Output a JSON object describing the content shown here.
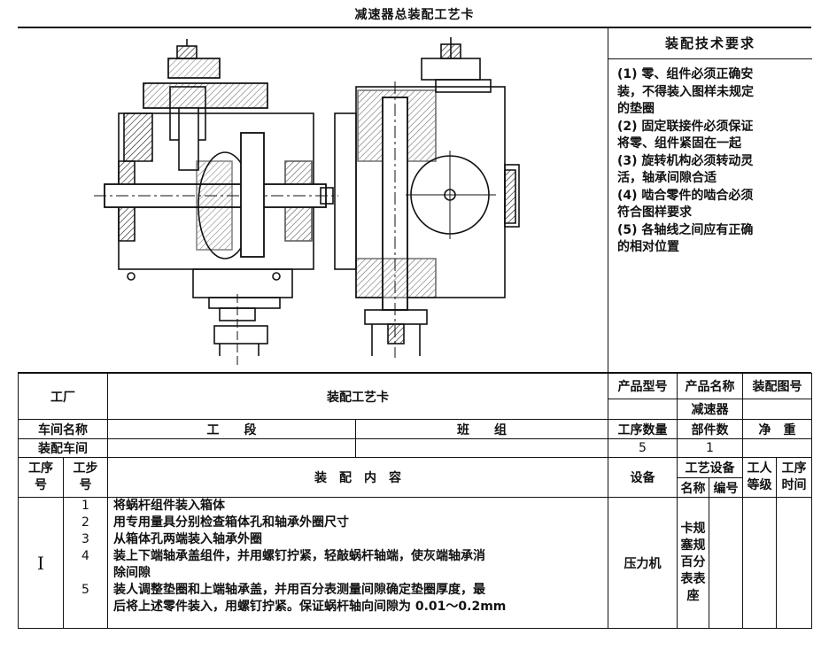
{
  "title": "减速器总装配工艺卡",
  "requirements": {
    "heading": "装配技术要求",
    "lines": [
      "(1) 零、组件必须正确安",
      "装，不得装入图样未规定",
      "的垫圈",
      "(2) 固定联接件必须保证",
      "将零、组件紧固在一起",
      "(3) 旋转机构必须转动灵",
      "活，轴承间隙合适",
      "(4) 啮合零件的啮合必须",
      "符合图样要求",
      "(5) 各轴线之间应有正确",
      "的相对位置"
    ]
  },
  "card": {
    "factory_label": "工厂",
    "card_title": "装配工艺卡",
    "product_model_label": "产品型号",
    "product_name_label": "产品名称",
    "assembly_drawing_label": "装配图号",
    "product_name_value": "减速器",
    "workshop_name_label": "车间名称",
    "section_label": "工　　段",
    "team_label": "班　　组",
    "process_count_label": "工序数量",
    "parts_count_label": "部件数",
    "net_weight_label": "净　重",
    "assembly_workshop_label": "装配车间",
    "process_count_value": "5",
    "parts_count_value": "1",
    "process_no_label": [
      "工序",
      "号"
    ],
    "step_no_label": [
      "工步",
      "号"
    ],
    "content_label": "装　配　内　容",
    "equipment_label": "设备",
    "tooling_label": "工艺设备",
    "tooling_name_label": "名称",
    "tooling_no_label": "编号",
    "worker_grade_label": [
      "工人",
      "等级"
    ],
    "process_time_label": [
      "工序",
      "时间"
    ],
    "process_no": "I",
    "step_numbers": [
      "1",
      "2",
      "3",
      "4",
      "",
      "5",
      ""
    ],
    "step_lines": [
      "将蜗杆组件装入箱体",
      "用专用量具分别检查箱体孔和轴承外圈尺寸",
      "从箱体孔两端装入轴承外圈",
      "装上下端轴承盖组件，并用螺钉拧紧，轻敲蜗杆轴端，使灰端轴承消",
      "除间隙",
      "装人调整垫圈和上端轴承盖，并用百分表测量间隙确定垫圈厚度，最",
      "后将上述零件装入，用螺钉拧紧。保证蜗杆轴向间隙为 0.01～0.2mm"
    ],
    "equipment_value": "压力机",
    "tooling_names": [
      "卡规",
      "塞规",
      "百分",
      "表表",
      "座"
    ]
  }
}
